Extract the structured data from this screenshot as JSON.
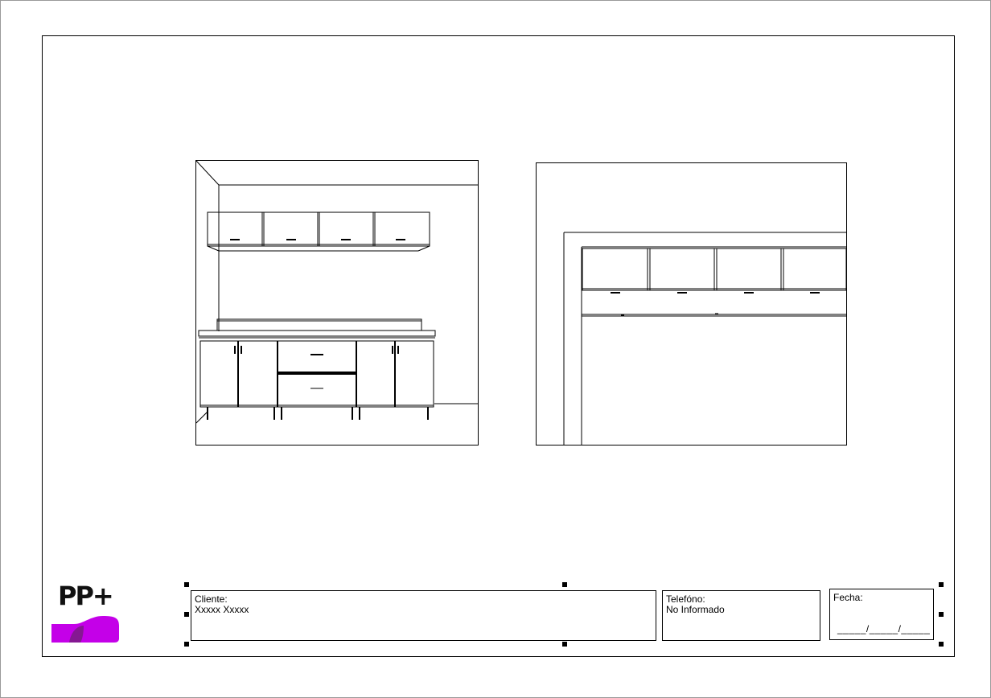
{
  "logo": {
    "text": "PP+",
    "colors": {
      "accent": "#c400e8",
      "shadow": "#7a1c82"
    }
  },
  "title_block": {
    "cliente": {
      "label": "Cliente:",
      "value": "Xxxxx Xxxxx"
    },
    "telefono": {
      "label": "Telefóno:",
      "value": "No Informado"
    },
    "fecha": {
      "label": "Fecha:",
      "value": "_____/_____/_____"
    }
  },
  "views": [
    {
      "name": "front-elevation",
      "description_visible": false
    },
    {
      "name": "plan-view",
      "description_visible": false
    }
  ]
}
